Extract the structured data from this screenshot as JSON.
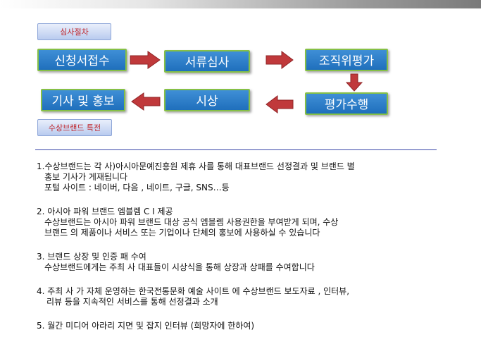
{
  "tags": {
    "process": "심사절차",
    "benefits": "수상브랜드 특전"
  },
  "flow": {
    "step1": "신청서접수",
    "step2": "서류심사",
    "step3": "조직위평가",
    "step4": "평가수행",
    "step5": "시상",
    "step6": "기사 및 홍보"
  },
  "colors": {
    "box_fill": "#2a7cc8",
    "box_border": "#86c046",
    "arrow": "#c0393b",
    "tag_text": "#c0262b",
    "divider": "#3a47a8"
  },
  "items": [
    {
      "lines": [
        "1.수상브랜드는 각 사)아시아문예진흥원  제휴 사를 통해 대표브랜드 선정결과 및 브랜드 별",
        "홍보 기사가 게재됩니다",
        "포털 사이트 : 네이버, 다음 , 네이트, 구글, SNS…등"
      ]
    },
    {
      "lines": [
        "2. 아시아 파워 브랜드 엠블렘 C I 제공",
        "수상브랜드는 아시아 파워 브랜드 대상 공식 엠블렘 사용권한을 부여받게 되며, 수상",
        "브랜드 의 제품이나 서비스 또는 기업이나 단체의 홍보에 사용하실 수 있습니다"
      ]
    },
    {
      "lines": [
        "3. 브랜드 상장 및 인증 패 수여",
        "수상브랜드에게는 주최 사 대표들이 시상식을 통해 상장과 상패를 수여합니다"
      ]
    },
    {
      "lines": [
        "4. 주최 사 가 자체 운영하는 한국전통문화 예술 사이트 에 수상브랜드 보도자료 , 인터뷰,",
        "리뷰 등을 지속적인 서비스를 통해 선정결과 소개"
      ]
    },
    {
      "lines": [
        "5. 월간 미디어 아라리 지면  및 잡지 인터뷰 (희망자에 한하여)"
      ]
    }
  ]
}
